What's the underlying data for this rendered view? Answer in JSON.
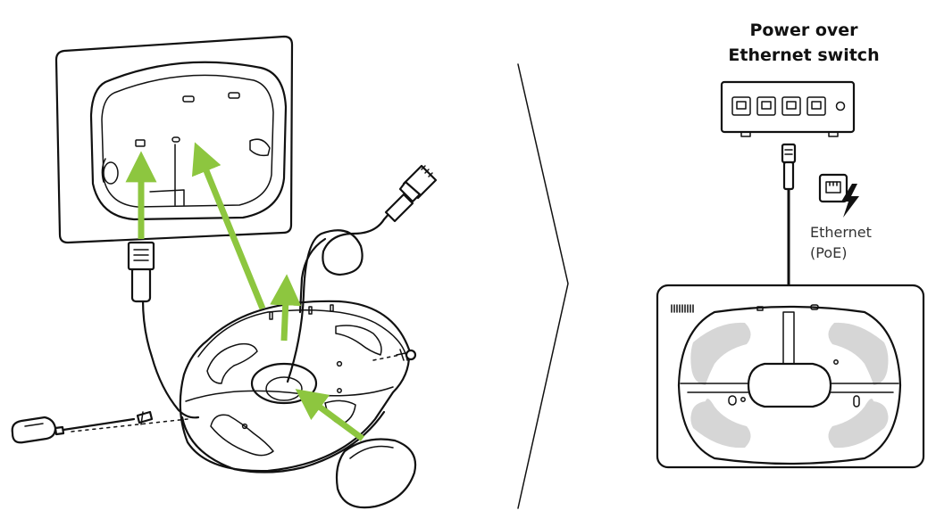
{
  "switch_title": {
    "line1": "Power over",
    "line2": "Ethernet switch"
  },
  "port_label": {
    "line1": "Ethernet",
    "line2": "(PoE)"
  },
  "colors": {
    "accent_arrow": "#8dc63f",
    "line": "#111111",
    "pad_fill": "#d6d6d6",
    "label_text": "#333333"
  },
  "icons": [
    "ethernet-port-power-icon",
    "screwdriver-icon",
    "rj45-plug-icon"
  ]
}
